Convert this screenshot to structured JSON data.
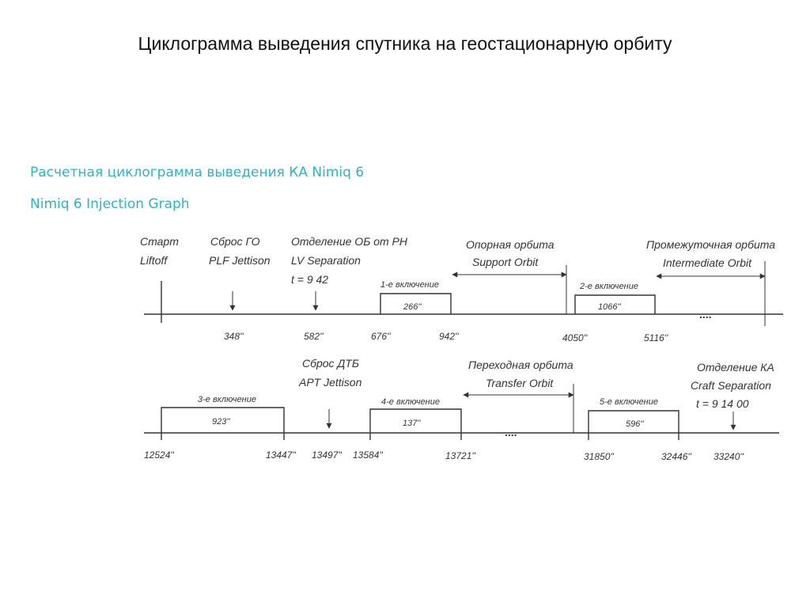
{
  "slide": {
    "title": "Циклограмма выведения спутника на геостационарную орбиту"
  },
  "panel": {
    "title_ru": "Расчетная циклограмма выведения КА Nimiq 6",
    "title_en": "Nimiq 6 Injection Graph"
  },
  "row1": {
    "events": {
      "liftoff": [
        "Старт",
        "Liftoff"
      ],
      "plf_jettison": [
        "Сброс ГО",
        "PLF Jettison"
      ],
      "lv_separation": [
        "Отделение ОБ от РН",
        "LV Separation",
        "t = 9  42"
      ]
    },
    "orbits": {
      "support": [
        "Опорная орбита",
        "Support Orbit"
      ],
      "intermediate": [
        "Промежуточная орбита",
        "Intermediate Orbit"
      ]
    },
    "burns": [
      {
        "label": "1-е включение",
        "duration": "266''"
      },
      {
        "label": "2-е включение",
        "duration": "1066''"
      }
    ],
    "ticks": [
      "348''",
      "582''",
      "676''",
      "942''",
      "4050''",
      "5116''"
    ],
    "ellipsis": "....",
    "tick_values": [
      348,
      582,
      676,
      942,
      4050,
      5116
    ]
  },
  "row2": {
    "events": {
      "apt_jettison": [
        "Сброс ДТБ",
        "APT Jettison"
      ],
      "craft_separation": [
        "Отделение КА",
        "Craft Separation",
        "t = 9  14  00"
      ]
    },
    "orbits": {
      "transfer": [
        "Переходная орбита",
        "Transfer Orbit"
      ]
    },
    "burns": [
      {
        "label": "3-е включение",
        "duration": "923''"
      },
      {
        "label": "4-е включение",
        "duration": "137''"
      },
      {
        "label": "5-е включение",
        "duration": "596''"
      }
    ],
    "ticks": [
      "12524''",
      "13447''",
      "13497''",
      "13584''",
      "13721''",
      "31850''",
      "32446''",
      "33240''"
    ],
    "ellipsis": "....",
    "tick_values": [
      12524,
      13447,
      13497,
      13584,
      13721,
      31850,
      32446,
      33240
    ]
  },
  "colors": {
    "accent": "#2fb3c7",
    "ink": "#333333"
  }
}
